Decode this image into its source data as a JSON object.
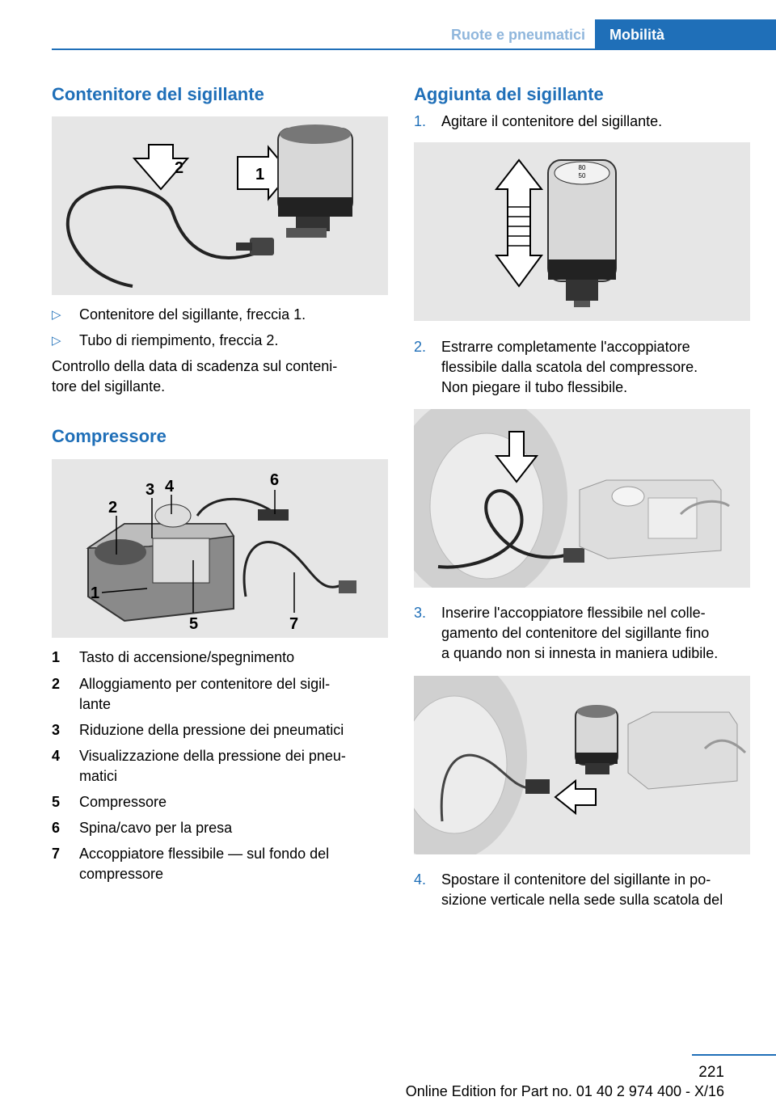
{
  "header": {
    "section": "Ruote e pneumatici",
    "chapter": "Mobilità"
  },
  "left": {
    "sealant": {
      "title": "Contenitore del sigillante",
      "bullets": [
        "Contenitore del sigillante, freccia 1.",
        "Tubo di riempimento, freccia 2."
      ],
      "paragraph_line1": "Controllo della data di scadenza sul conteni‐",
      "paragraph_line2": "tore del sigillante.",
      "figure_labels": [
        "1",
        "2"
      ]
    },
    "compressor": {
      "title": "Compressore",
      "figure_labels": [
        "1",
        "2",
        "3",
        "4",
        "5",
        "6",
        "7"
      ],
      "items": [
        {
          "n": "1",
          "l1": "Tasto di accensione/spegnimento",
          "l2": ""
        },
        {
          "n": "2",
          "l1": "Alloggiamento per contenitore del sigil‐",
          "l2": "lante"
        },
        {
          "n": "3",
          "l1": "Riduzione della pressione dei pneumatici",
          "l2": ""
        },
        {
          "n": "4",
          "l1": "Visualizzazione della pressione dei pneu‐",
          "l2": "matici"
        },
        {
          "n": "5",
          "l1": "Compressore",
          "l2": ""
        },
        {
          "n": "6",
          "l1": "Spina/cavo per la presa",
          "l2": ""
        },
        {
          "n": "7",
          "l1": "Accoppiatore flessibile — sul fondo del",
          "l2": "compressore"
        }
      ]
    }
  },
  "right": {
    "title": "Aggiunta del sigillante",
    "gauge_text": [
      "80",
      "50"
    ],
    "steps": [
      {
        "n": "1.",
        "lines": [
          "Agitare il contenitore del sigillante."
        ]
      },
      {
        "n": "2.",
        "lines": [
          "Estrarre completamente l'accoppiatore",
          "flessibile dalla scatola del compressore.",
          "Non piegare il tubo flessibile."
        ]
      },
      {
        "n": "3.",
        "lines": [
          "Inserire l'accoppiatore flessibile nel colle‐",
          "gamento del contenitore del sigillante fino",
          "a quando non si innesta in maniera udibile."
        ]
      },
      {
        "n": "4.",
        "lines": [
          "Spostare il contenitore del sigillante in po‐",
          "sizione verticale nella sede sulla scatola del"
        ]
      }
    ]
  },
  "footer": {
    "page": "221",
    "edition": "Online Edition for Part no. 01 40 2 974 400 - X/16"
  },
  "colors": {
    "accent": "#1f6fb8",
    "accent_light": "#8fb6dc",
    "figure_bg": "#e6e6e6"
  }
}
